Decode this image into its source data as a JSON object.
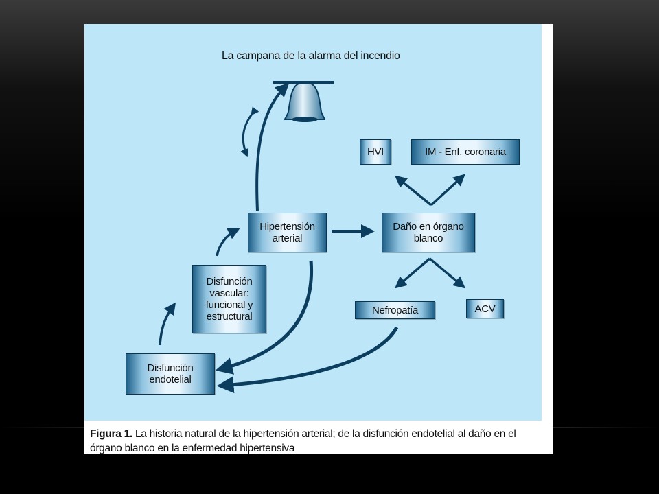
{
  "figure": {
    "title": "La campana de la alarma del incendio",
    "boxes": {
      "hipertension": "Hipertensión arterial",
      "dano": "Daño en órgano blanco",
      "disf_vascular": "Disfunción vascular: funcional y estructural",
      "disf_endotelial": "Disfunción endotelial",
      "hvi": "HVI",
      "im": "IM - Enf. coronaria",
      "nefropatia": "Nefropatía",
      "acv": "ACV"
    },
    "caption": {
      "label": "Figura 1.",
      "text": "La historia natural de la hipertensión arterial; de la disfunción endotelial al daño en el órgano blanco en la enfermedad hipertensiva"
    }
  },
  "colors": {
    "panel_bg": "#bde6f8",
    "box_dark": "#1d5f88",
    "arrow": "#0b3d5e"
  }
}
